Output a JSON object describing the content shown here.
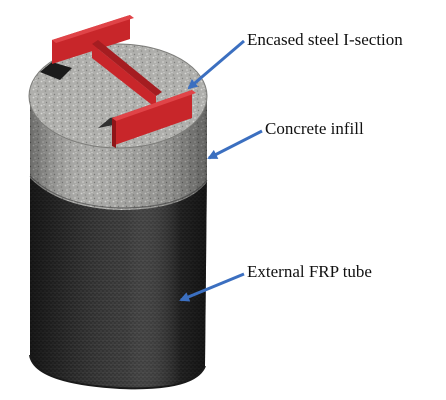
{
  "labels": {
    "steel": "Encased steel I-section",
    "concrete": "Concrete infill",
    "frp": "External FRP tube"
  },
  "colors": {
    "steel": "#c8262a",
    "steel_dark": "#8f1518",
    "concrete": "#9a9a98",
    "concrete_light": "#c9c9c6",
    "frp": "#3a3a3a",
    "frp_dark": "#151515",
    "arrow": "#3b6fc0"
  }
}
